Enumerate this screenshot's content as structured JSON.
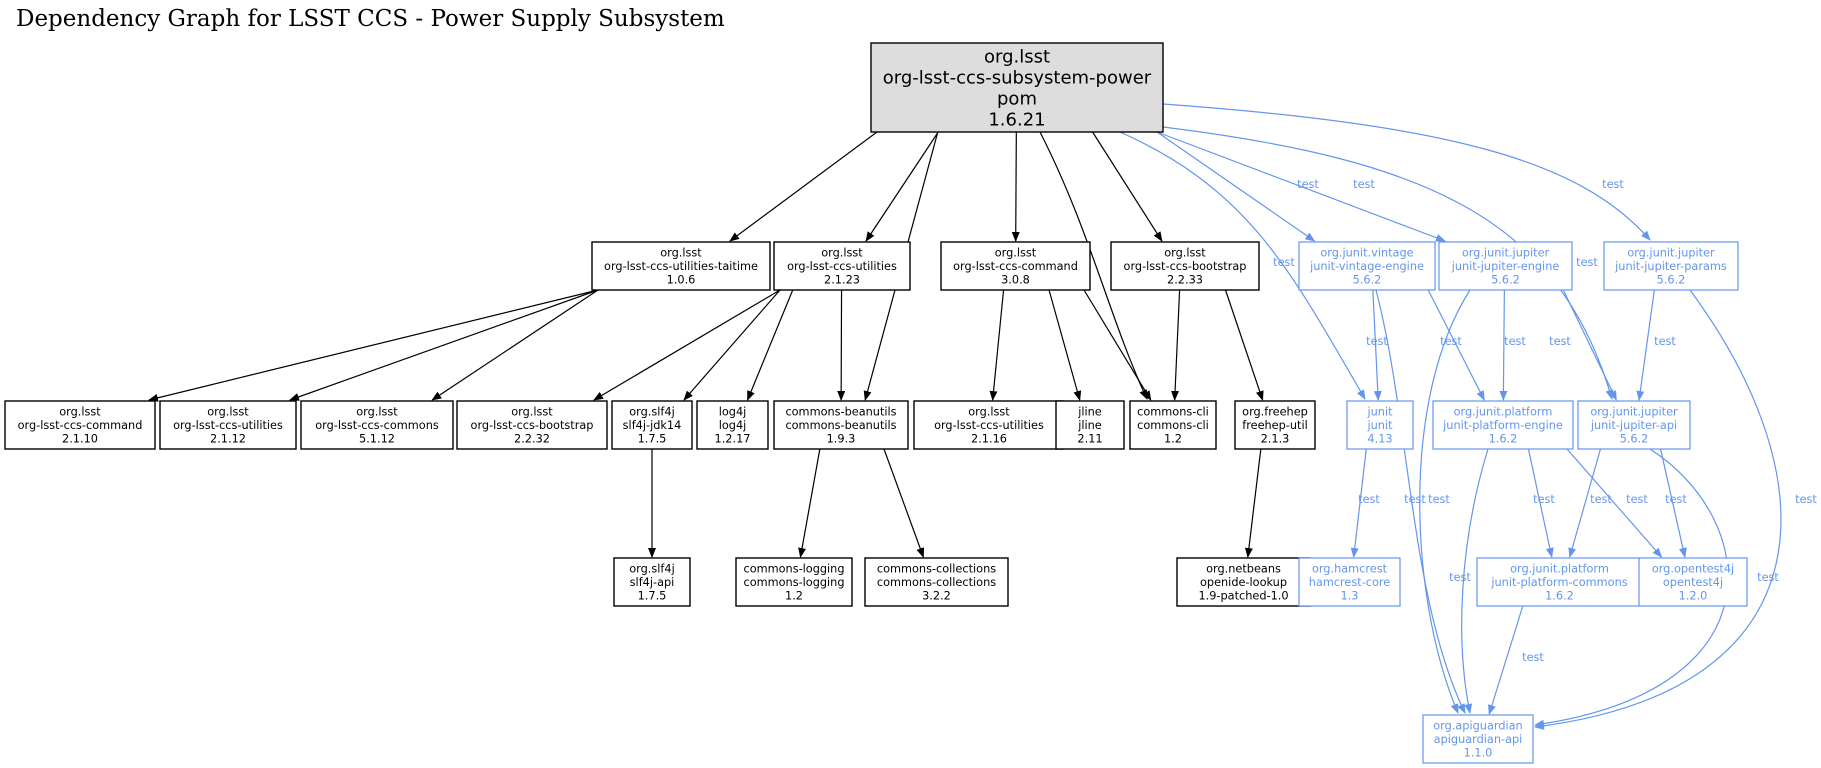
{
  "title": "Dependency Graph for LSST CCS - Power Supply Subsystem",
  "colors": {
    "compile": "#000000",
    "test": "#6495ed",
    "root_fill": "#dddddd"
  },
  "nodes": [
    {
      "id": "root",
      "kind": "root",
      "lines": [
        "org.lsst",
        "org-lsst-ccs-subsystem-power",
        "pom",
        "1.6.21"
      ]
    },
    {
      "id": "taitime",
      "kind": "compile",
      "lines": [
        "org.lsst",
        "org-lsst-ccs-utilities-taitime",
        "1.0.6"
      ]
    },
    {
      "id": "util2123",
      "kind": "compile",
      "lines": [
        "org.lsst",
        "org-lsst-ccs-utilities",
        "2.1.23"
      ]
    },
    {
      "id": "cmd308",
      "kind": "compile",
      "lines": [
        "org.lsst",
        "org-lsst-ccs-command",
        "3.0.8"
      ]
    },
    {
      "id": "boot2233",
      "kind": "compile",
      "lines": [
        "org.lsst",
        "org-lsst-ccs-bootstrap",
        "2.2.33"
      ]
    },
    {
      "id": "vintage",
      "kind": "test",
      "lines": [
        "org.junit.vintage",
        "junit-vintage-engine",
        "5.6.2"
      ]
    },
    {
      "id": "jupeng",
      "kind": "test",
      "lines": [
        "org.junit.jupiter",
        "junit-jupiter-engine",
        "5.6.2"
      ]
    },
    {
      "id": "jupparams",
      "kind": "test",
      "lines": [
        "org.junit.jupiter",
        "junit-jupiter-params",
        "5.6.2"
      ]
    },
    {
      "id": "cmd2110",
      "kind": "compile",
      "lines": [
        "org.lsst",
        "org-lsst-ccs-command",
        "2.1.10"
      ]
    },
    {
      "id": "util2112",
      "kind": "compile",
      "lines": [
        "org.lsst",
        "org-lsst-ccs-utilities",
        "2.1.12"
      ]
    },
    {
      "id": "commons5112",
      "kind": "compile",
      "lines": [
        "org.lsst",
        "org-lsst-ccs-commons",
        "5.1.12"
      ]
    },
    {
      "id": "boot2232",
      "kind": "compile",
      "lines": [
        "org.lsst",
        "org-lsst-ccs-bootstrap",
        "2.2.32"
      ]
    },
    {
      "id": "slf4jjdk",
      "kind": "compile",
      "lines": [
        "org.slf4j",
        "slf4j-jdk14",
        "1.7.5"
      ]
    },
    {
      "id": "log4j",
      "kind": "compile",
      "lines": [
        "log4j",
        "log4j",
        "1.2.17"
      ]
    },
    {
      "id": "beanutils",
      "kind": "compile",
      "lines": [
        "commons-beanutils",
        "commons-beanutils",
        "1.9.3"
      ]
    },
    {
      "id": "util2116",
      "kind": "compile",
      "lines": [
        "org.lsst",
        "org-lsst-ccs-utilities",
        "2.1.16"
      ]
    },
    {
      "id": "jline",
      "kind": "compile",
      "lines": [
        "jline",
        "jline",
        "2.11"
      ]
    },
    {
      "id": "cli",
      "kind": "compile",
      "lines": [
        "commons-cli",
        "commons-cli",
        "1.2"
      ]
    },
    {
      "id": "freehep",
      "kind": "compile",
      "lines": [
        "org.freehep",
        "freehep-util",
        "2.1.3"
      ]
    },
    {
      "id": "junit",
      "kind": "test",
      "lines": [
        "junit",
        "junit",
        "4.13"
      ]
    },
    {
      "id": "platengine",
      "kind": "test",
      "lines": [
        "org.junit.platform",
        "junit-platform-engine",
        "1.6.2"
      ]
    },
    {
      "id": "jupapi",
      "kind": "test",
      "lines": [
        "org.junit.jupiter",
        "junit-jupiter-api",
        "5.6.2"
      ]
    },
    {
      "id": "slf4japi",
      "kind": "compile",
      "lines": [
        "org.slf4j",
        "slf4j-api",
        "1.7.5"
      ]
    },
    {
      "id": "logging",
      "kind": "compile",
      "lines": [
        "commons-logging",
        "commons-logging",
        "1.2"
      ]
    },
    {
      "id": "collections",
      "kind": "compile",
      "lines": [
        "commons-collections",
        "commons-collections",
        "3.2.2"
      ]
    },
    {
      "id": "openide",
      "kind": "compile",
      "lines": [
        "org.netbeans",
        "openide-lookup",
        "1.9-patched-1.0"
      ]
    },
    {
      "id": "hamcrest",
      "kind": "test",
      "lines": [
        "org.hamcrest",
        "hamcrest-core",
        "1.3"
      ]
    },
    {
      "id": "platcommons",
      "kind": "test",
      "lines": [
        "org.junit.platform",
        "junit-platform-commons",
        "1.6.2"
      ]
    },
    {
      "id": "opentest4j",
      "kind": "test",
      "lines": [
        "org.opentest4j",
        "opentest4j",
        "1.2.0"
      ]
    },
    {
      "id": "apiguardian",
      "kind": "test",
      "lines": [
        "org.apiguardian",
        "apiguardian-api",
        "1.1.0"
      ]
    }
  ],
  "edges": [
    {
      "from": "root",
      "to": "taitime",
      "kind": "compile",
      "label": ""
    },
    {
      "from": "root",
      "to": "util2123",
      "kind": "compile",
      "label": ""
    },
    {
      "from": "root",
      "to": "beanutils",
      "kind": "compile",
      "label": ""
    },
    {
      "from": "root",
      "to": "cmd308",
      "kind": "compile",
      "label": ""
    },
    {
      "from": "root",
      "to": "cli",
      "kind": "compile",
      "label": ""
    },
    {
      "from": "root",
      "to": "boot2233",
      "kind": "compile",
      "label": ""
    },
    {
      "from": "root",
      "to": "junit",
      "kind": "test",
      "label": "test"
    },
    {
      "from": "root",
      "to": "vintage",
      "kind": "test",
      "label": "test"
    },
    {
      "from": "root",
      "to": "jupeng",
      "kind": "test",
      "label": "test"
    },
    {
      "from": "root",
      "to": "jupapi",
      "kind": "test",
      "label": "test"
    },
    {
      "from": "root",
      "to": "jupparams",
      "kind": "test",
      "label": "test"
    },
    {
      "from": "taitime",
      "to": "cmd2110",
      "kind": "compile",
      "label": ""
    },
    {
      "from": "taitime",
      "to": "util2112",
      "kind": "compile",
      "label": ""
    },
    {
      "from": "taitime",
      "to": "commons5112",
      "kind": "compile",
      "label": ""
    },
    {
      "from": "util2123",
      "to": "boot2232",
      "kind": "compile",
      "label": ""
    },
    {
      "from": "util2123",
      "to": "slf4jjdk",
      "kind": "compile",
      "label": ""
    },
    {
      "from": "util2123",
      "to": "log4j",
      "kind": "compile",
      "label": ""
    },
    {
      "from": "util2123",
      "to": "beanutils",
      "kind": "compile",
      "label": ""
    },
    {
      "from": "cmd308",
      "to": "util2116",
      "kind": "compile",
      "label": ""
    },
    {
      "from": "cmd308",
      "to": "jline",
      "kind": "compile",
      "label": ""
    },
    {
      "from": "cmd308",
      "to": "cli",
      "kind": "compile",
      "label": ""
    },
    {
      "from": "boot2233",
      "to": "cli",
      "kind": "compile",
      "label": ""
    },
    {
      "from": "boot2233",
      "to": "freehep",
      "kind": "compile",
      "label": ""
    },
    {
      "from": "slf4jjdk",
      "to": "slf4japi",
      "kind": "compile",
      "label": ""
    },
    {
      "from": "beanutils",
      "to": "logging",
      "kind": "compile",
      "label": ""
    },
    {
      "from": "beanutils",
      "to": "collections",
      "kind": "compile",
      "label": ""
    },
    {
      "from": "freehep",
      "to": "openide",
      "kind": "compile",
      "label": ""
    },
    {
      "from": "vintage",
      "to": "junit",
      "kind": "test",
      "label": "test"
    },
    {
      "from": "vintage",
      "to": "platengine",
      "kind": "test",
      "label": "test"
    },
    {
      "from": "vintage",
      "to": "apiguardian",
      "kind": "test",
      "label": "test"
    },
    {
      "from": "jupeng",
      "to": "platengine",
      "kind": "test",
      "label": "test"
    },
    {
      "from": "jupeng",
      "to": "jupapi",
      "kind": "test",
      "label": "test"
    },
    {
      "from": "jupeng",
      "to": "apiguardian",
      "kind": "test",
      "label": "test"
    },
    {
      "from": "jupparams",
      "to": "jupapi",
      "kind": "test",
      "label": "test"
    },
    {
      "from": "jupparams",
      "to": "apiguardian",
      "kind": "test",
      "label": "test"
    },
    {
      "from": "junit",
      "to": "hamcrest",
      "kind": "test",
      "label": "test"
    },
    {
      "from": "platengine",
      "to": "platcommons",
      "kind": "test",
      "label": "test"
    },
    {
      "from": "platengine",
      "to": "opentest4j",
      "kind": "test",
      "label": "test"
    },
    {
      "from": "platengine",
      "to": "apiguardian",
      "kind": "test",
      "label": "test"
    },
    {
      "from": "jupapi",
      "to": "platcommons",
      "kind": "test",
      "label": "test"
    },
    {
      "from": "jupapi",
      "to": "opentest4j",
      "kind": "test",
      "label": "test"
    },
    {
      "from": "jupapi",
      "to": "apiguardian",
      "kind": "test",
      "label": "test"
    },
    {
      "from": "platcommons",
      "to": "apiguardian",
      "kind": "test",
      "label": "test"
    }
  ]
}
